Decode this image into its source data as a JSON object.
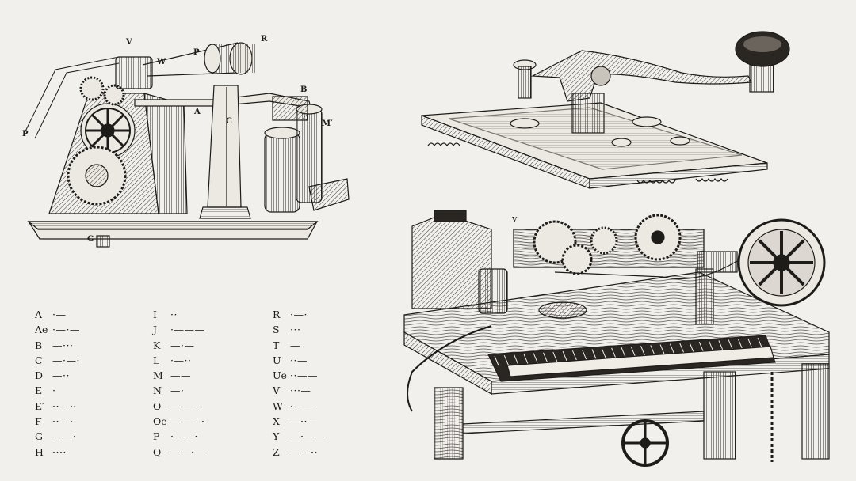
{
  "figure_labels": {
    "receiver": [
      "V",
      "W",
      "P",
      "R",
      "B",
      "A",
      "C",
      "M′",
      "P",
      "G"
    ],
    "printer": [
      "V"
    ]
  },
  "morse_code": {
    "column_1": [
      {
        "letter": "A",
        "code": "·—"
      },
      {
        "letter": "Ae",
        "code": "·—·—"
      },
      {
        "letter": "B",
        "code": "—···"
      },
      {
        "letter": "C",
        "code": "—·—·"
      },
      {
        "letter": "D",
        "code": "—··"
      },
      {
        "letter": "E",
        "code": "·"
      },
      {
        "letter": "E′",
        "code": "··—··"
      },
      {
        "letter": "F",
        "code": "··—·"
      },
      {
        "letter": "G",
        "code": "——·"
      },
      {
        "letter": "H",
        "code": "····"
      }
    ],
    "column_2": [
      {
        "letter": "I",
        "code": "··"
      },
      {
        "letter": "J",
        "code": "·———"
      },
      {
        "letter": "K",
        "code": "—·—"
      },
      {
        "letter": "L",
        "code": "·—··"
      },
      {
        "letter": "M",
        "code": "——"
      },
      {
        "letter": "N",
        "code": "—·"
      },
      {
        "letter": "O",
        "code": "———"
      },
      {
        "letter": "Oe",
        "code": "———·"
      },
      {
        "letter": "P",
        "code": "·——·"
      },
      {
        "letter": "Q",
        "code": "——·—"
      }
    ],
    "column_3": [
      {
        "letter": "R",
        "code": "·—·"
      },
      {
        "letter": "S",
        "code": "···"
      },
      {
        "letter": "T",
        "code": "—"
      },
      {
        "letter": "U",
        "code": "··—"
      },
      {
        "letter": "Ue",
        "code": "··——"
      },
      {
        "letter": "V",
        "code": "···—"
      },
      {
        "letter": "W",
        "code": "·——"
      },
      {
        "letter": "X",
        "code": "—··—"
      },
      {
        "letter": "Y",
        "code": "—·——"
      },
      {
        "letter": "Z",
        "code": "——··"
      }
    ]
  }
}
